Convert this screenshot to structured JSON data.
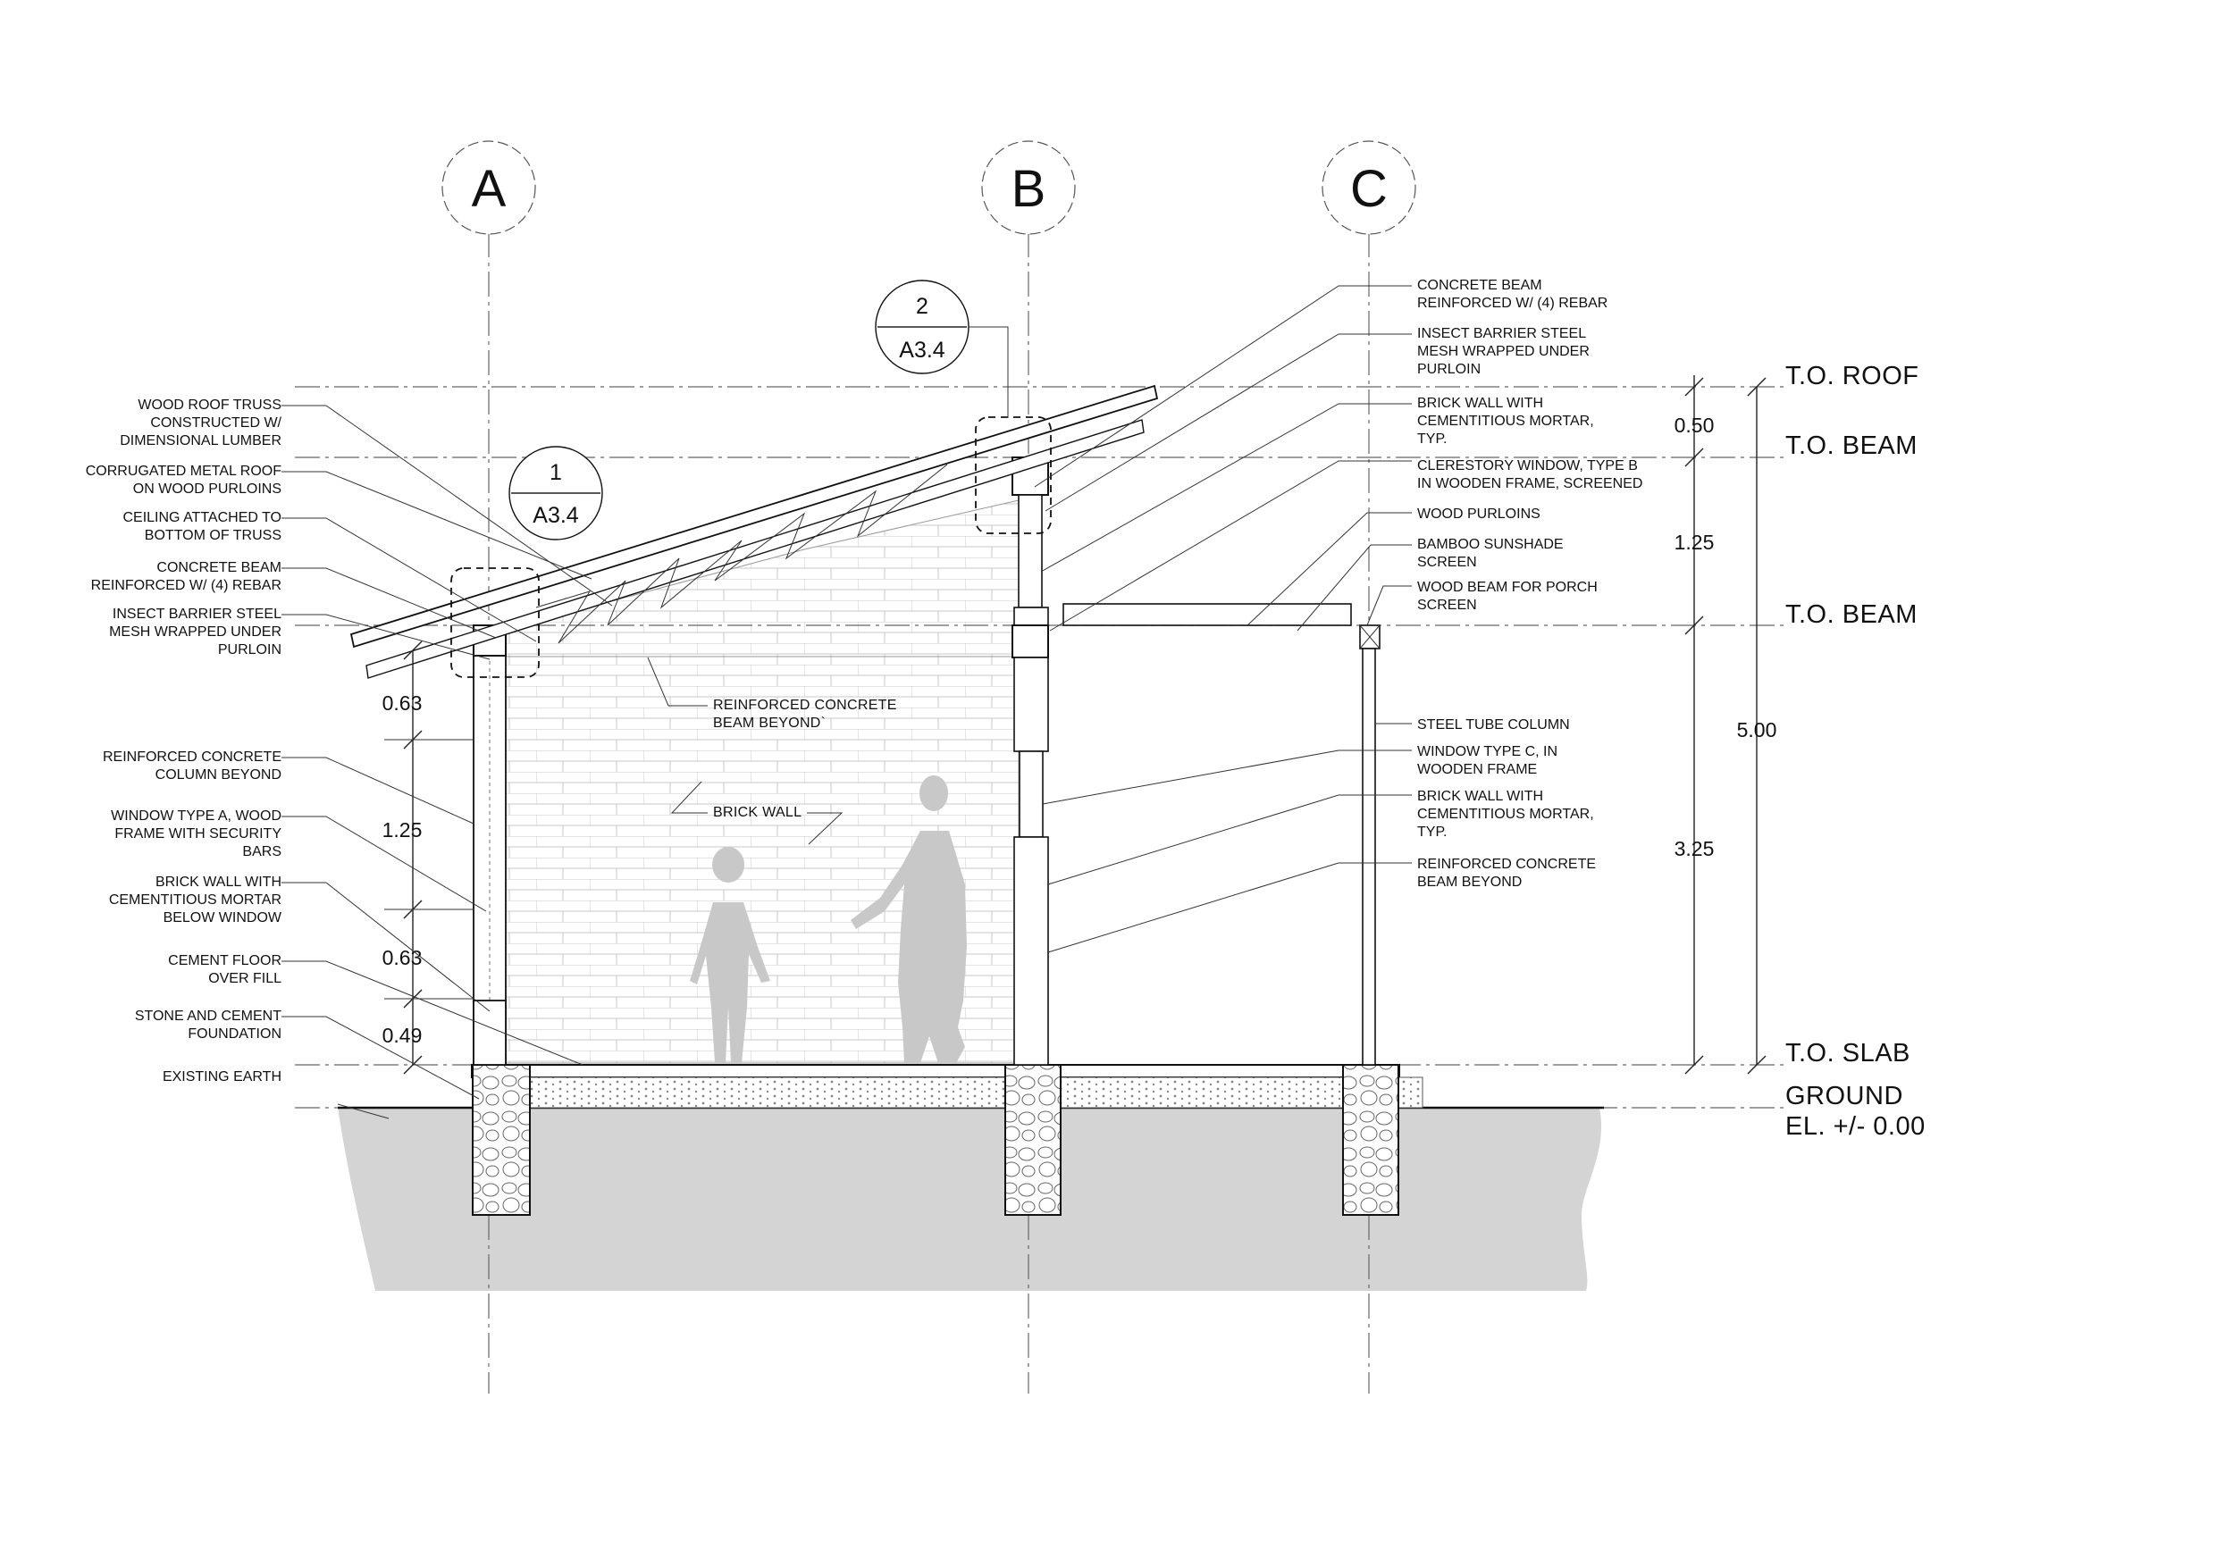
{
  "grid_lines": {
    "a": "A",
    "b": "B",
    "c": "C"
  },
  "detail_tags": {
    "tag_1": {
      "number": "1",
      "sheet": "A3.4"
    },
    "tag_2": {
      "number": "2",
      "sheet": "A3.4"
    }
  },
  "levels": {
    "to_roof": "T.O. ROOF",
    "to_beam_upper": "T.O. BEAM",
    "to_beam_lower": "T.O. BEAM",
    "to_slab": "T.O. SLAB",
    "ground": "GROUND",
    "elevation": "EL. +/- 0.00"
  },
  "dimensions": {
    "left": [
      "0.63",
      "1.25",
      "0.63",
      "0.49"
    ],
    "right_inner": [
      "0.50",
      "1.25",
      "3.25"
    ],
    "right_total": "5.00"
  },
  "notes_left": [
    [
      "WOOD ROOF TRUSS",
      "CONSTRUCTED W/",
      "DIMENSIONAL LUMBER"
    ],
    [
      "CORRUGATED METAL ROOF",
      "ON WOOD PURLOINS"
    ],
    [
      "CEILING ATTACHED TO",
      "BOTTOM OF TRUSS"
    ],
    [
      "CONCRETE BEAM",
      "REINFORCED W/ (4) REBAR"
    ],
    [
      "INSECT BARRIER STEEL",
      "MESH WRAPPED UNDER",
      "PURLOIN"
    ],
    [
      "REINFORCED CONCRETE",
      "COLUMN BEYOND"
    ],
    [
      "WINDOW TYPE A, WOOD",
      "FRAME WITH SECURITY",
      "BARS"
    ],
    [
      "BRICK WALL WITH",
      "CEMENTITIOUS MORTAR",
      "BELOW WINDOW"
    ],
    [
      "CEMENT FLOOR",
      "OVER FILL"
    ],
    [
      "STONE AND CEMENT",
      "FOUNDATION"
    ],
    [
      "EXISTING EARTH"
    ]
  ],
  "notes_right": [
    [
      "CONCRETE BEAM",
      "REINFORCED W/ (4) REBAR"
    ],
    [
      "INSECT BARRIER STEEL",
      "MESH WRAPPED UNDER",
      "PURLOIN"
    ],
    [
      "BRICK WALL WITH",
      "CEMENTITIOUS MORTAR,",
      "TYP."
    ],
    [
      "CLERESTORY WINDOW, TYPE B",
      "IN WOODEN FRAME, SCREENED"
    ],
    [
      "WOOD PURLOINS"
    ],
    [
      "BAMBOO SUNSHADE",
      "SCREEN"
    ],
    [
      "WOOD BEAM FOR PORCH",
      "SCREEN"
    ],
    [
      "STEEL TUBE COLUMN"
    ],
    [
      "WINDOW TYPE C, IN",
      "WOODEN FRAME"
    ],
    [
      "BRICK WALL WITH",
      "CEMENTITIOUS MORTAR,",
      "TYP."
    ],
    [
      "REINFORCED CONCRETE",
      "BEAM BEYOND"
    ]
  ],
  "notes_center": {
    "beam_beyond": [
      "REINFORCED CONCRETE",
      "BEAM BEYOND`"
    ],
    "brick_wall": "BRICK WALL"
  }
}
